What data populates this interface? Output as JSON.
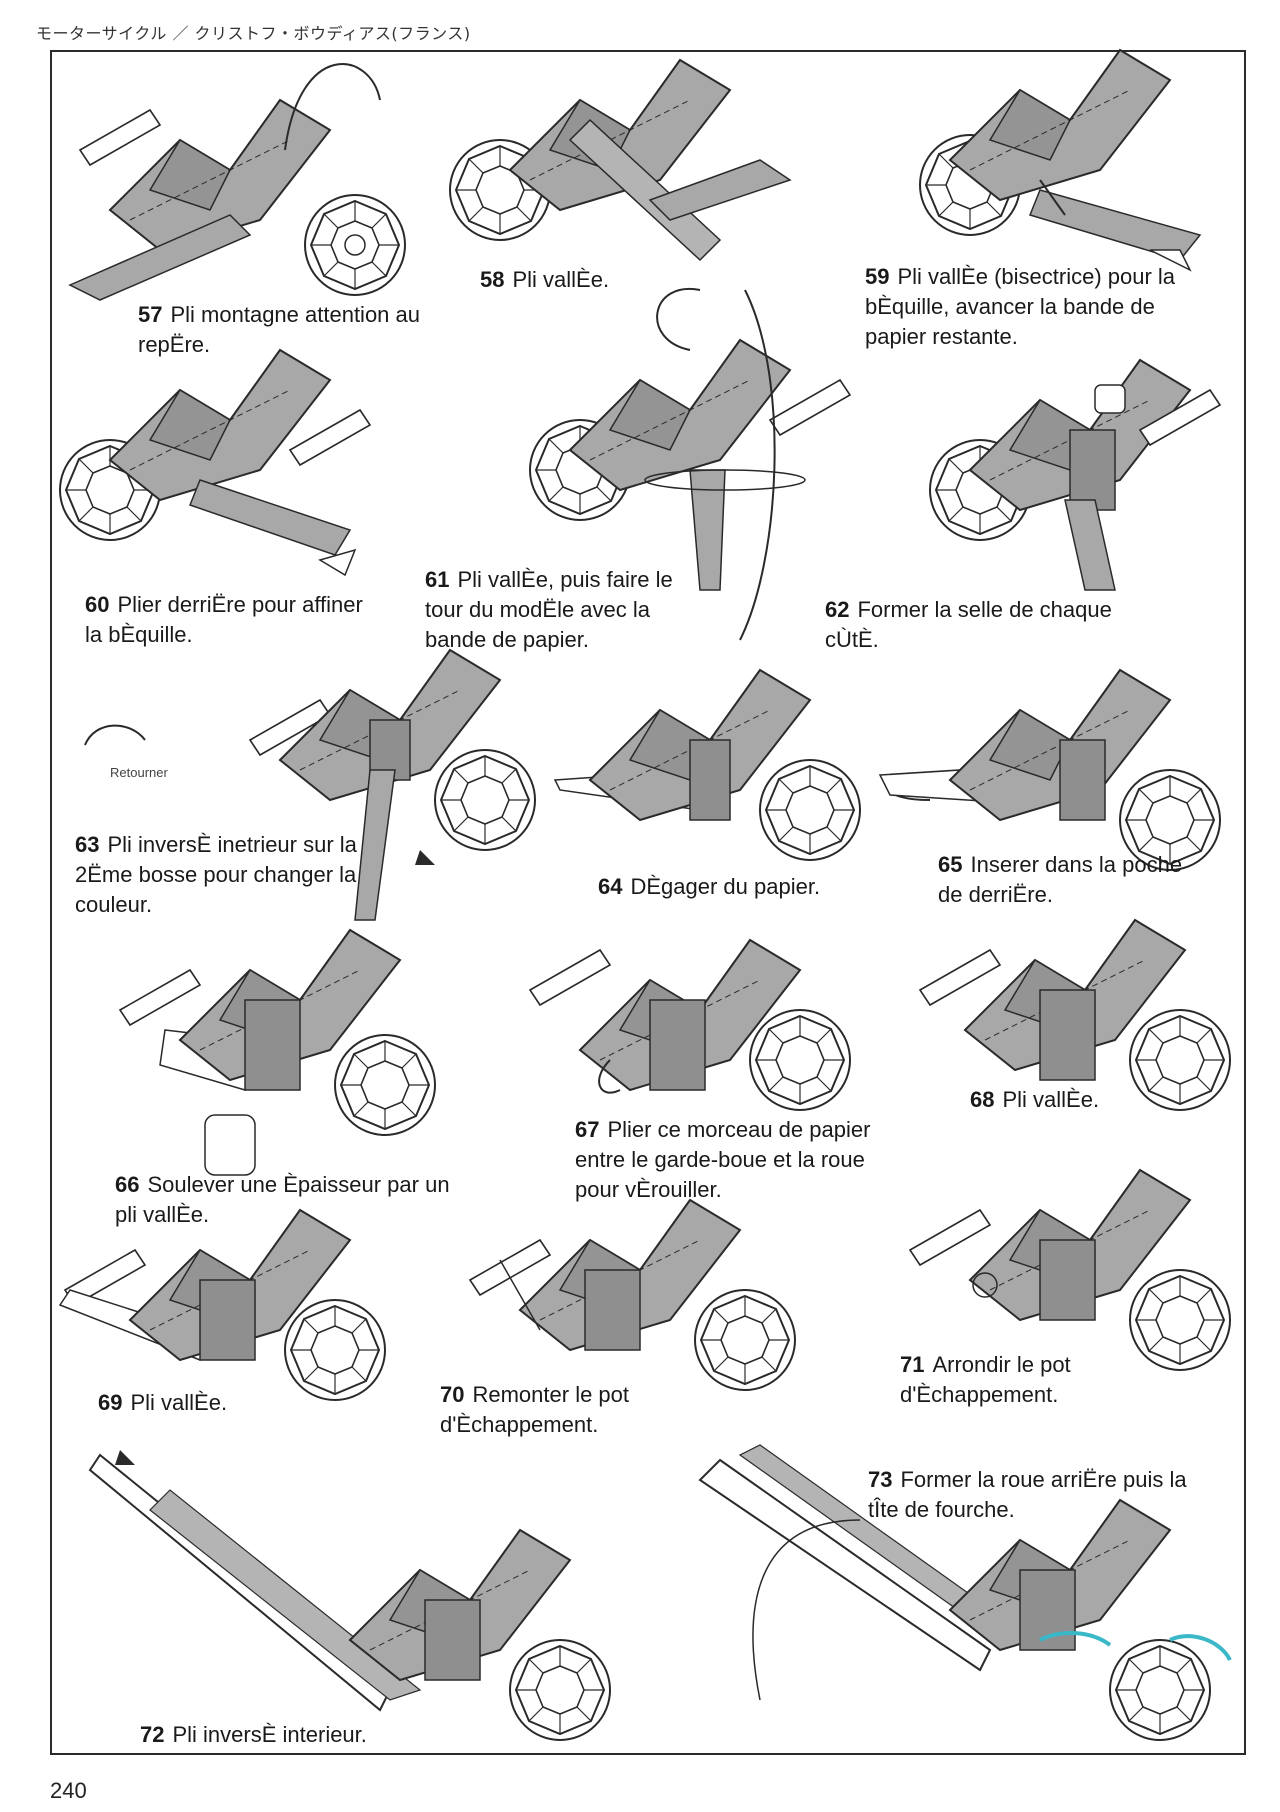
{
  "header": {
    "title": "モーターサイクル ／ クリストフ・ボウディアス(フランス)"
  },
  "page_number": "240",
  "turn_over_label": "Retourner",
  "steps": [
    {
      "num": "57",
      "text": "Pli montagne attention au repËre."
    },
    {
      "num": "58",
      "text": "Pli vallÈe."
    },
    {
      "num": "59",
      "text": "Pli vallÈe (bisectrice) pour la bÈquille, avancer la bande de papier restante."
    },
    {
      "num": "60",
      "text": "Plier derriËre pour affiner la bÈquille."
    },
    {
      "num": "61",
      "text": "Pli vallÈe, puis faire le tour du modËle avec la bande de papier."
    },
    {
      "num": "62",
      "text": "Former la selle de chaque cÙtÈ."
    },
    {
      "num": "63",
      "text": "Pli inversÈ inetrieur sur la 2Ëme bosse pour changer la couleur."
    },
    {
      "num": "64",
      "text": "DÈgager du papier."
    },
    {
      "num": "65",
      "text": "Inserer dans la poche de derriËre."
    },
    {
      "num": "66",
      "text": "Soulever une Èpaisseur par un pli vallÈe."
    },
    {
      "num": "67",
      "text": "Plier ce morceau de papier entre le garde-boue et la roue pour vÈrouiller."
    },
    {
      "num": "68",
      "text": "Pli vallÈe."
    },
    {
      "num": "69",
      "text": "Pli vallÈe."
    },
    {
      "num": "70",
      "text": "Remonter le pot d'Èchappement."
    },
    {
      "num": "71",
      "text": "Arrondir le pot d'Èchappement."
    },
    {
      "num": "72",
      "text": "Pli inversÈ interieur."
    },
    {
      "num": "73",
      "text": "Former la roue arriËre puis la tÎte de fourche."
    }
  ],
  "colors": {
    "paper_gray": "#a8a8a8",
    "paper_dark": "#8a8a8a",
    "paper_white": "#ffffff",
    "line": "#2a2a2a",
    "accent_cyan": "#3ab8c8"
  }
}
